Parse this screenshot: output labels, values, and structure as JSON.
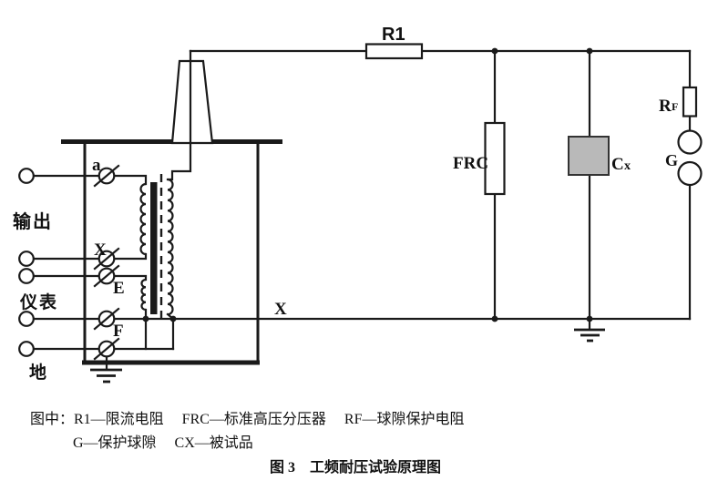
{
  "figure": {
    "terminal_labels": {
      "a": "a",
      "x": "X",
      "e": "E",
      "f": "F"
    },
    "port_labels": {
      "output": "输出",
      "meter": "仪表",
      "ground": "地"
    },
    "bus_label": "X",
    "components": {
      "r1": "R1",
      "frc": "FRC",
      "cx": {
        "main": "C",
        "sub": "x"
      },
      "rf": {
        "main": "R",
        "sub": "F"
      },
      "g": "G"
    },
    "legend": {
      "line1": "图中：R1—限流电阻     FRC—标准高压分压器     RF—球隙保护电阻",
      "line2": "G—保护球隙     CX—被试品"
    },
    "caption": "图 3    工频耐压试验原理图",
    "colors": {
      "line": "#1a1a1a",
      "cx_fill": "#b9b9b9",
      "background": "#ffffff"
    }
  }
}
